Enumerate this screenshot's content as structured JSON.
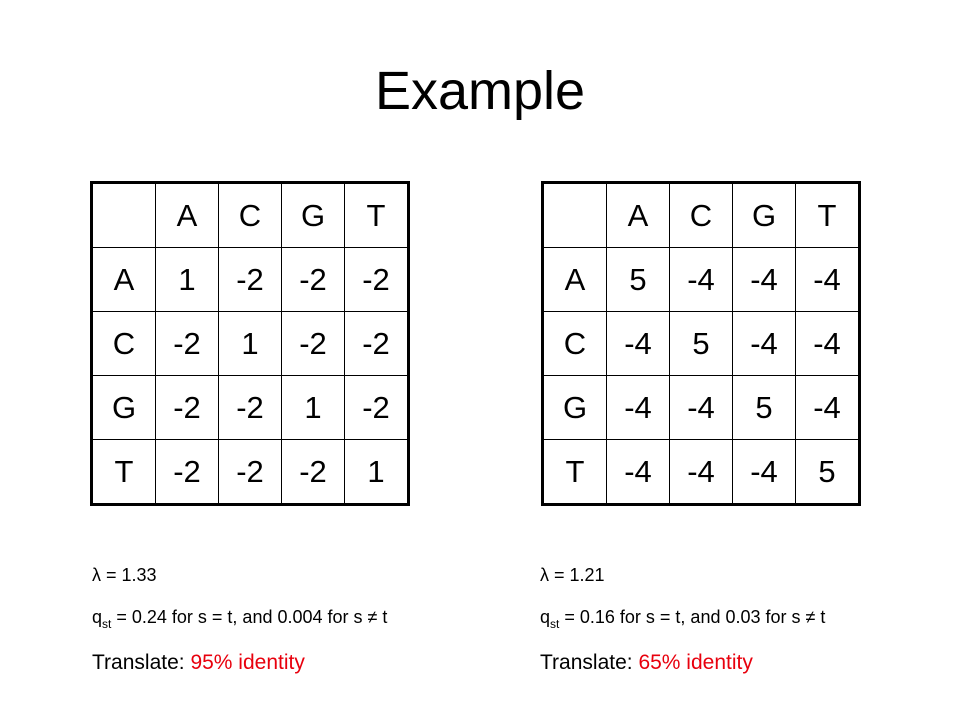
{
  "title": "Example",
  "left": {
    "headers": [
      "",
      "A",
      "C",
      "G",
      "T"
    ],
    "rows": [
      [
        "A",
        "1",
        "-2",
        "-2",
        "-2"
      ],
      [
        "C",
        "-2",
        "1",
        "-2",
        "-2"
      ],
      [
        "G",
        "-2",
        "-2",
        "1",
        "-2"
      ],
      [
        "T",
        "-2",
        "-2",
        "-2",
        "1"
      ]
    ],
    "lambda_symbol": "λ",
    "lambda_text": " = 1.33",
    "q_letter": "q",
    "q_sub": "st",
    "q_text": " = 0.24 for s = t, and 0.004 for s ≠ t",
    "translate_label": "Translate: ",
    "translate_value": "95% identity"
  },
  "right": {
    "headers": [
      "",
      "A",
      "C",
      "G",
      "T"
    ],
    "rows": [
      [
        "A",
        "5",
        "-4",
        "-4",
        "-4"
      ],
      [
        "C",
        "-4",
        "5",
        "-4",
        "-4"
      ],
      [
        "G",
        "-4",
        "-4",
        "5",
        "-4"
      ],
      [
        "T",
        "-4",
        "-4",
        "-4",
        "5"
      ]
    ],
    "lambda_symbol": "λ",
    "lambda_text": " = 1.21",
    "q_letter": "q",
    "q_sub": "st",
    "q_text": " = 0.16 for s = t, and 0.03 for s ≠ t",
    "translate_label": "Translate: ",
    "translate_value": "65% identity"
  },
  "colors": {
    "text": "#000000",
    "highlight": "#e8000d",
    "background": "#ffffff"
  }
}
